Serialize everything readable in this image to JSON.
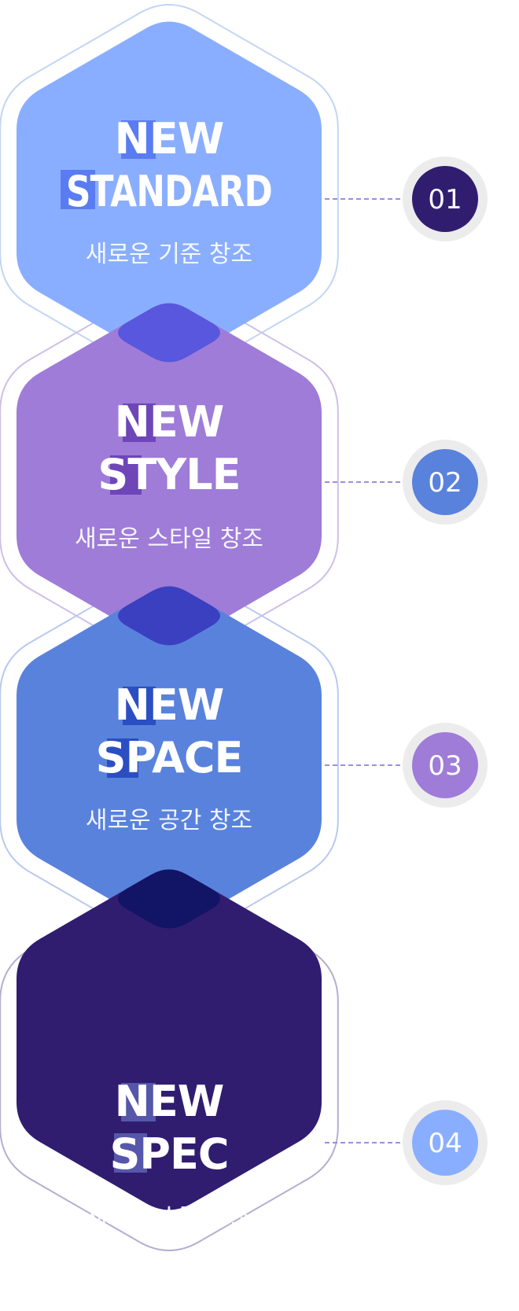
{
  "items": [
    {
      "number": "01",
      "title_line1": "NEW",
      "title_line2": "STANDARD",
      "subtitle": "새로운 기준 창조",
      "hex_color": "#8aaeff",
      "outline_color": "#c2d5f5",
      "highlight_color": "#5a7cf2",
      "badge_color": "#311d70"
    },
    {
      "number": "02",
      "title_line1": "NEW",
      "title_line2": "STYLE",
      "subtitle": "새로운 스타일 창조",
      "hex_color": "#9e7cd8",
      "outline_color": "#cdbfe8",
      "highlight_color": "#6e46b8",
      "badge_color": "#5982dc"
    },
    {
      "number": "03",
      "title_line1": "NEW",
      "title_line2": "SPACE",
      "subtitle": "새로운 공간 창조",
      "hex_color": "#5982dc",
      "outline_color": "#b9c9ee",
      "highlight_color": "#2b4fc2",
      "badge_color": "#9e7cd8"
    },
    {
      "number": "04",
      "title_line1": "NEW",
      "title_line2": "SPEC",
      "subtitle": "새로운 스펙 창조",
      "hex_color": "#301d70",
      "outline_color": "#b4aed2",
      "highlight_color": "#5657aa",
      "badge_color": "#8aaeff"
    }
  ],
  "colors": {
    "overlap_1_2": "#5857dd",
    "overlap_2_3": "#3a40bf",
    "overlap_3_4": "#121466",
    "connector": "#9d8de0",
    "badge_ring": "#ececec"
  }
}
